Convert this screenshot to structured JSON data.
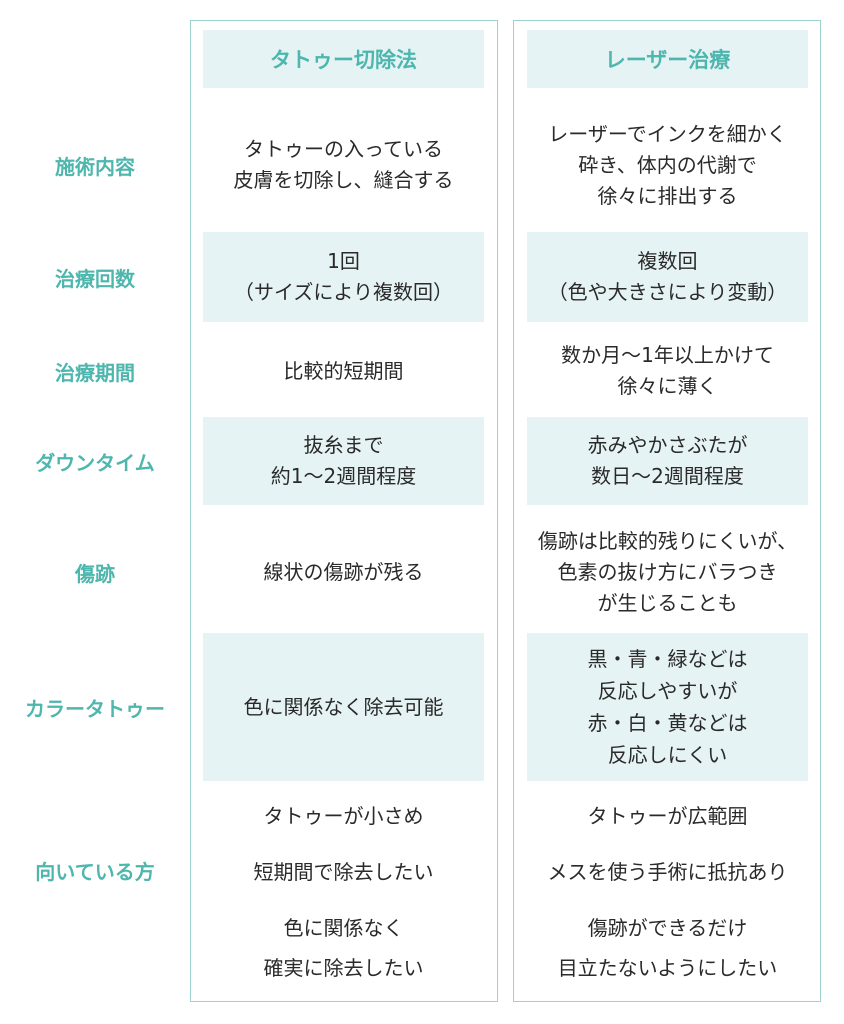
{
  "columns": {
    "tattoo_excision": "タトゥー切除法",
    "laser": "レーザー治療"
  },
  "rows": {
    "procedure": {
      "label": "施術内容",
      "excision": [
        "タトゥーの入っている",
        "皮膚を切除し、縫合する"
      ],
      "laser": [
        "レーザーでインクを細かく",
        "砕き、体内の代謝で",
        "徐々に排出する"
      ]
    },
    "sessions": {
      "label": "治療回数",
      "excision": [
        "1回",
        "（サイズにより複数回）"
      ],
      "laser": [
        "複数回",
        "（色や大きさにより変動）"
      ]
    },
    "period": {
      "label": "治療期間",
      "excision": [
        "比較的短期間"
      ],
      "laser": [
        "数か月〜1年以上かけて",
        "徐々に薄く"
      ]
    },
    "downtime": {
      "label": "ダウンタイム",
      "excision": [
        "抜糸まで",
        "約1〜2週間程度"
      ],
      "laser": [
        "赤みやかさぶたが",
        "数日〜2週間程度"
      ]
    },
    "scar": {
      "label": "傷跡",
      "excision": [
        "線状の傷跡が残る"
      ],
      "laser": [
        "傷跡は比較的残りにくいが、",
        "色素の抜け方にバラつき",
        "が生じることも"
      ]
    },
    "color_tattoo": {
      "label": "カラータトゥー",
      "excision": [
        "色に関係なく除去可能"
      ],
      "laser": [
        "黒・青・緑などは",
        "反応しやすいが",
        "赤・白・黄などは",
        "反応しにくい"
      ]
    },
    "suited_for": {
      "label": "向いている方",
      "excision": [
        "タトゥーが小さめ",
        "短期間で除去したい",
        "色に関係なく",
        "確実に除去したい"
      ],
      "laser": [
        "タトゥーが広範囲",
        "メスを使う手術に抵抗あり",
        "傷跡ができるだけ",
        "目立たないようにしたい"
      ]
    }
  },
  "colors": {
    "accent": "#4db6ad",
    "shade": "#e6f3f4",
    "border": "#9fd3d1",
    "text": "#2a2a2a"
  }
}
